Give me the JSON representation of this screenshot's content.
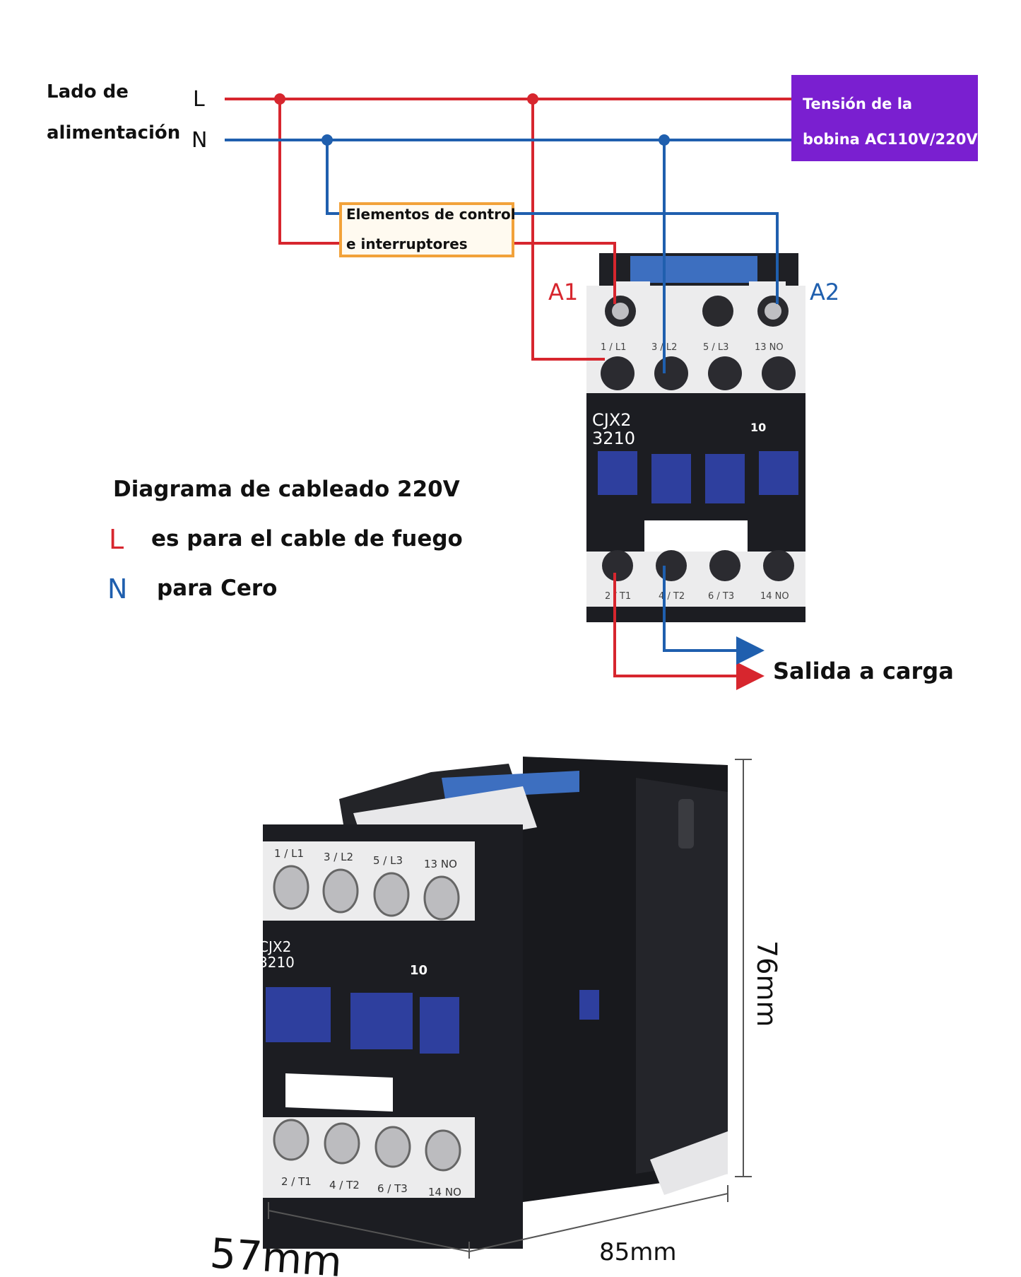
{
  "supply_label": [
    "Lado de",
    "alimentación"
  ],
  "line_letter": "L",
  "neutral_letter": "N",
  "coil_voltage_box": [
    "Tensión de la",
    "bobina AC110V/220V"
  ],
  "control_box": [
    "Elementos de control",
    "e interruptores"
  ],
  "coil_terminal_a1": "A1",
  "coil_terminal_a2": "A2",
  "top_terminals": [
    "1 / L1",
    "3 / L2",
    "5 / L3",
    "13 NO"
  ],
  "bottom_terminals": [
    "2 / T1",
    "4 / T2",
    "6 / T3",
    "14 NO"
  ],
  "model": [
    "CJX2",
    "3210"
  ],
  "contact_code": "10",
  "legend": {
    "title": "Diagrama de cableado 220V",
    "l_letter": "L",
    "l_text": "es para el cable de fuego",
    "n_letter": "N",
    "n_text": "para Cero"
  },
  "load_output": "Salida a carga",
  "dimensions": {
    "depth": "57mm",
    "width": "85mm",
    "height": "76mm"
  },
  "colors": {
    "line_wire": "#d7262e",
    "neutral_wire": "#1f5fae",
    "voltage_box": "#7a1fd0",
    "control_box_border": "#f2a23a",
    "contactor_body": "#1c1d22",
    "contactor_face": "#ebebec",
    "blue_slider": "#2e3f9e"
  }
}
